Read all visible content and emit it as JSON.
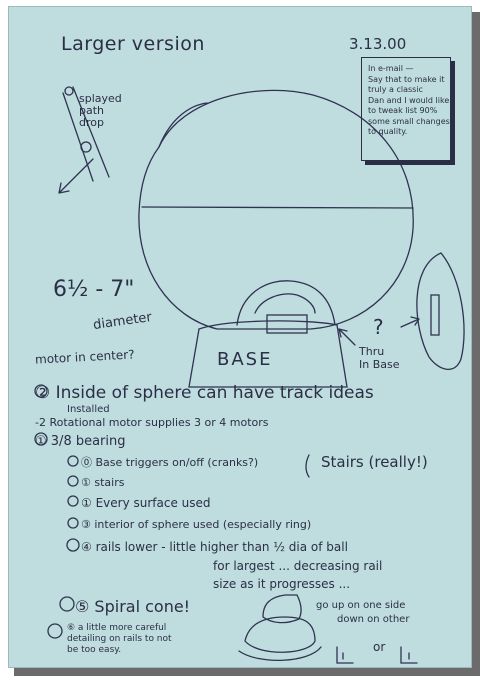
{
  "note": {
    "title": "Larger version",
    "date": "3.13.00",
    "splay_label": "splayed\npath\ndrop",
    "diameter_value": "6½ - 7\"",
    "diameter_word": "diameter",
    "base_label": "BASE",
    "question_mark": "?",
    "thru_base": "Thru\nIn Base",
    "motor_center": "motor in center?",
    "email_box": "In e-mail —\nSay that to make it\ntruly a classic\nDan and I would like\nto tweak list 90%\nsome small changes\nto quality.",
    "items": [
      "② Inside of sphere can have track ideas",
      "Installed",
      "-2 Rotational motor supplies 3 or 4 motors",
      "① 3/8 bearing",
      "⓪ Base triggers on/off (cranks?)",
      "Stairs (really!)",
      "① stairs",
      "① Every surface used",
      "③ interior of sphere used (especially ring)",
      "④ rails lower - little higher than ½ dia of ball",
      "for largest ... decreasing rail",
      "size as it progresses ...",
      "⑤ Spiral cone!",
      "go up on one side",
      "down on other",
      "or",
      "⑥ a little more careful\ndetailing on rails to not\nbe too easy."
    ]
  }
}
